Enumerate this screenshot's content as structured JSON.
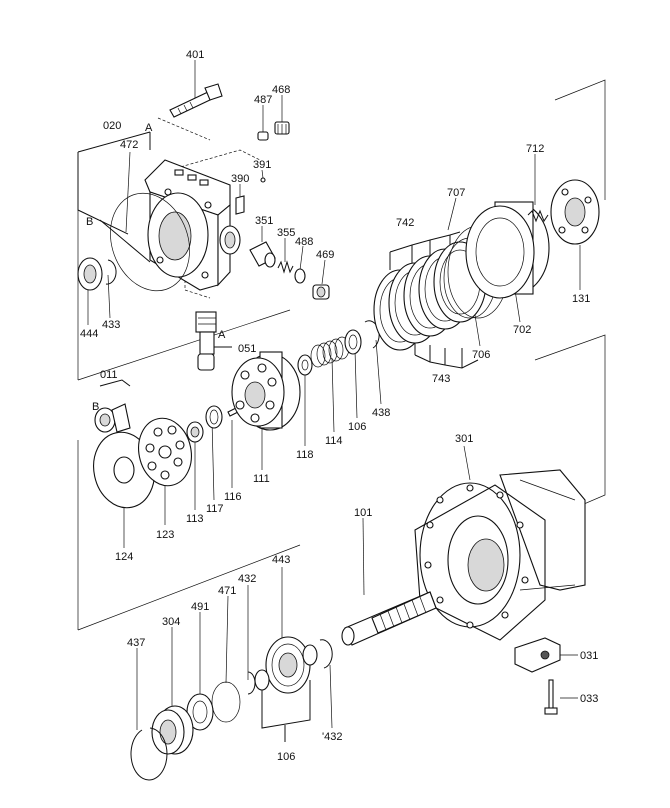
{
  "labels": {
    "p401": "401",
    "p487": "487",
    "p468": "468",
    "p020": "020",
    "A1": "A",
    "p472": "472",
    "p391": "391",
    "p390": "390",
    "B1": "B",
    "p351": "351",
    "p355": "355",
    "p488": "488",
    "p469": "469",
    "p444": "444",
    "p433": "433",
    "A2": "A",
    "p051": "051",
    "p011": "011",
    "B2": "B",
    "p712": "712",
    "p707": "707",
    "p742": "742",
    "p131": "131",
    "p702": "702",
    "p706": "706",
    "p743": "743",
    "p438": "438",
    "p106a": "106",
    "p114": "114",
    "p118": "118",
    "p111": "111",
    "p116": "116",
    "p117": "117",
    "p113": "113",
    "p123": "123",
    "p124": "124",
    "p301": "301",
    "p101": "101",
    "p443": "443",
    "p432a": "432",
    "p471": "471",
    "p491": "491",
    "p304": "304",
    "p437": "437",
    "p432b": "'432",
    "p106b": "106",
    "p031": "031",
    "p033": "033"
  }
}
